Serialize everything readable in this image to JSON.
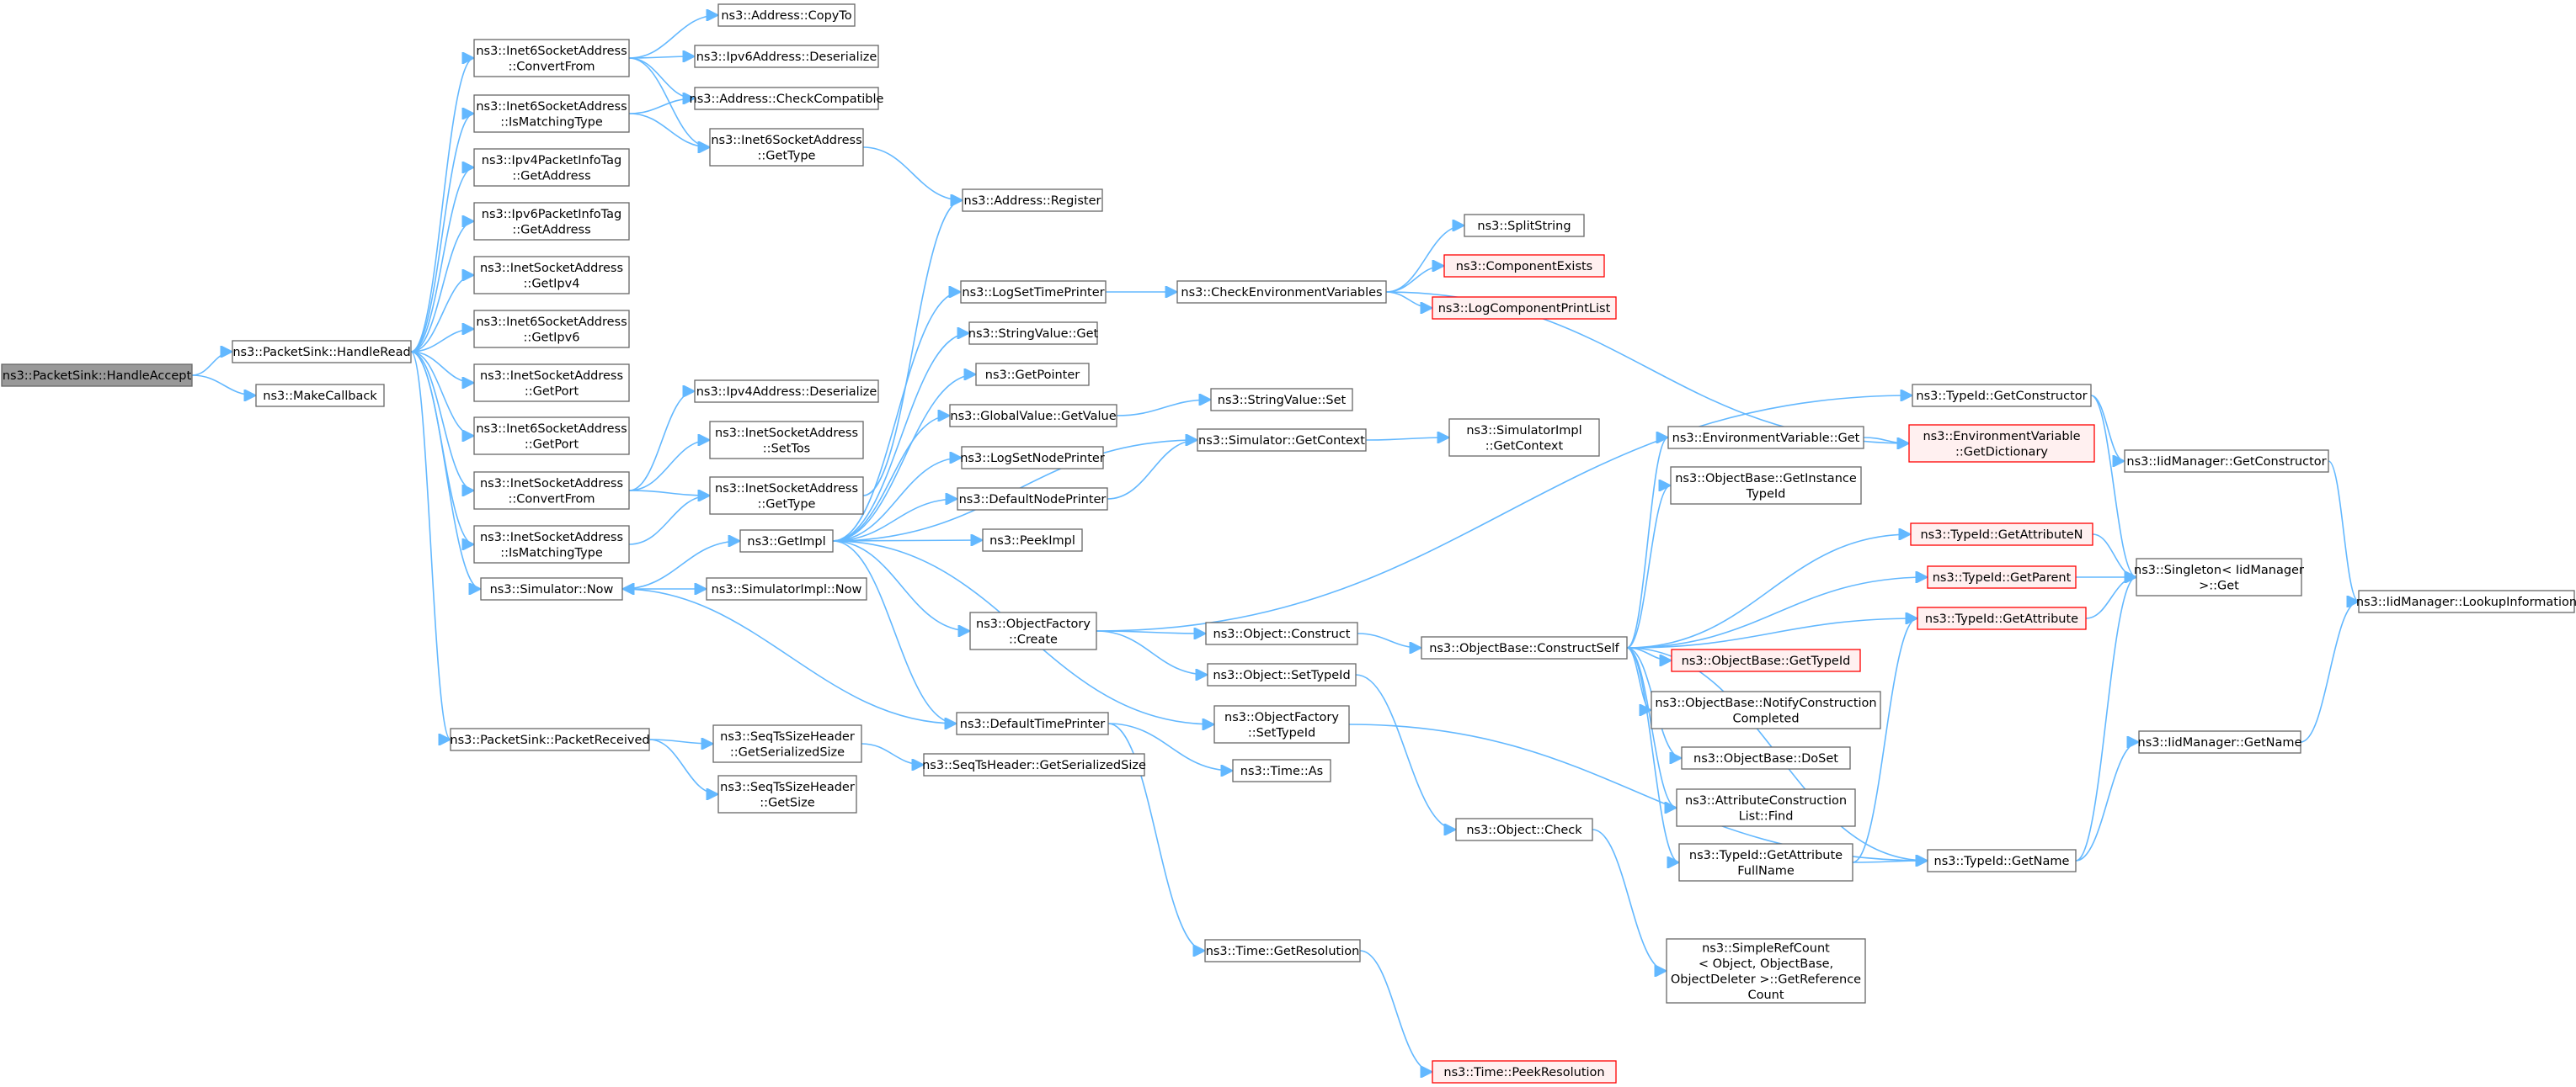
{
  "colors": {
    "edge": "#63b8ff",
    "node_border": "#666666",
    "root_fill": "#999999",
    "red_border": "#ff0000",
    "red_fill": "#fff0f0"
  },
  "nodes": [
    {
      "id": "handleAccept",
      "lines": [
        "ns3::PacketSink::HandleAccept"
      ],
      "kind": "root"
    },
    {
      "id": "handleRead",
      "lines": [
        "ns3::PacketSink::HandleRead"
      ]
    },
    {
      "id": "makeCallback",
      "lines": [
        "ns3::MakeCallback"
      ]
    },
    {
      "id": "inet6ConvertFrom",
      "lines": [
        "ns3::Inet6SocketAddress",
        "::ConvertFrom"
      ]
    },
    {
      "id": "inet6IsMatching",
      "lines": [
        "ns3::Inet6SocketAddress",
        "::IsMatchingType"
      ]
    },
    {
      "id": "ipv4PITGetAddress",
      "lines": [
        "ns3::Ipv4PacketInfoTag",
        "::GetAddress"
      ]
    },
    {
      "id": "ipv6PITGetAddress",
      "lines": [
        "ns3::Ipv6PacketInfoTag",
        "::GetAddress"
      ]
    },
    {
      "id": "inetGetIpv4",
      "lines": [
        "ns3::InetSocketAddress",
        "::GetIpv4"
      ]
    },
    {
      "id": "inet6GetIpv6",
      "lines": [
        "ns3::Inet6SocketAddress",
        "::GetIpv6"
      ]
    },
    {
      "id": "inetGetPort",
      "lines": [
        "ns3::InetSocketAddress",
        "::GetPort"
      ]
    },
    {
      "id": "inet6GetPort",
      "lines": [
        "ns3::Inet6SocketAddress",
        "::GetPort"
      ]
    },
    {
      "id": "inetConvertFrom",
      "lines": [
        "ns3::InetSocketAddress",
        "::ConvertFrom"
      ]
    },
    {
      "id": "inetIsMatching",
      "lines": [
        "ns3::InetSocketAddress",
        "::IsMatchingType"
      ]
    },
    {
      "id": "simNow",
      "lines": [
        "ns3::Simulator::Now"
      ]
    },
    {
      "id": "packetReceived",
      "lines": [
        "ns3::PacketSink::PacketReceived"
      ]
    },
    {
      "id": "addrCopyTo",
      "lines": [
        "ns3::Address::CopyTo"
      ]
    },
    {
      "id": "ipv6Deserialize",
      "lines": [
        "ns3::Ipv6Address::Deserialize"
      ]
    },
    {
      "id": "addrCheckCompat",
      "lines": [
        "ns3::Address::CheckCompatible"
      ]
    },
    {
      "id": "inet6GetType",
      "lines": [
        "ns3::Inet6SocketAddress",
        "::GetType"
      ]
    },
    {
      "id": "addrRegister",
      "lines": [
        "ns3::Address::Register"
      ]
    },
    {
      "id": "ipv4Deserialize",
      "lines": [
        "ns3::Ipv4Address::Deserialize"
      ]
    },
    {
      "id": "inetSetTos",
      "lines": [
        "ns3::InetSocketAddress",
        "::SetTos"
      ]
    },
    {
      "id": "inetGetType",
      "lines": [
        "ns3::InetSocketAddress",
        "::GetType"
      ]
    },
    {
      "id": "getImpl",
      "lines": [
        "ns3::GetImpl"
      ]
    },
    {
      "id": "simImplNow",
      "lines": [
        "ns3::SimulatorImpl::Now"
      ]
    },
    {
      "id": "seqTsSizeGetSerSize",
      "lines": [
        "ns3::SeqTsSizeHeader",
        "::GetSerializedSize"
      ]
    },
    {
      "id": "seqTsSizeGetSize",
      "lines": [
        "ns3::SeqTsSizeHeader",
        "::GetSize"
      ]
    },
    {
      "id": "seqTsGetSerSize",
      "lines": [
        "ns3::SeqTsHeader::GetSerializedSize"
      ]
    },
    {
      "id": "logSetTimePrinter",
      "lines": [
        "ns3::LogSetTimePrinter"
      ]
    },
    {
      "id": "stringValueGet",
      "lines": [
        "ns3::StringValue::Get"
      ]
    },
    {
      "id": "getPointer",
      "lines": [
        "ns3::GetPointer"
      ]
    },
    {
      "id": "globalValueGetValue",
      "lines": [
        "ns3::GlobalValue::GetValue"
      ]
    },
    {
      "id": "logSetNodePrinter",
      "lines": [
        "ns3::LogSetNodePrinter"
      ]
    },
    {
      "id": "defaultNodePrinter",
      "lines": [
        "ns3::DefaultNodePrinter"
      ]
    },
    {
      "id": "peekImpl",
      "lines": [
        "ns3::PeekImpl"
      ]
    },
    {
      "id": "objFactoryCreate",
      "lines": [
        "ns3::ObjectFactory",
        "::Create"
      ]
    },
    {
      "id": "defaultTimePrinter",
      "lines": [
        "ns3::DefaultTimePrinter"
      ]
    },
    {
      "id": "checkEnvVars",
      "lines": [
        "ns3::CheckEnvironmentVariables"
      ]
    },
    {
      "id": "stringValueSet",
      "lines": [
        "ns3::StringValue::Set"
      ]
    },
    {
      "id": "simGetContext",
      "lines": [
        "ns3::Simulator::GetContext"
      ]
    },
    {
      "id": "objConstruct",
      "lines": [
        "ns3::Object::Construct"
      ]
    },
    {
      "id": "objSetTypeId",
      "lines": [
        "ns3::Object::SetTypeId"
      ]
    },
    {
      "id": "objFactorySetTypeId",
      "lines": [
        "ns3::ObjectFactory",
        "::SetTypeId"
      ]
    },
    {
      "id": "timeAs",
      "lines": [
        "ns3::Time::As"
      ]
    },
    {
      "id": "timeGetResolution",
      "lines": [
        "ns3::Time::GetResolution"
      ]
    },
    {
      "id": "splitString",
      "lines": [
        "ns3::SplitString"
      ]
    },
    {
      "id": "componentExists",
      "lines": [
        "ns3::ComponentExists"
      ],
      "kind": "red"
    },
    {
      "id": "logComponentPrintList",
      "lines": [
        "ns3::LogComponentPrintList"
      ],
      "kind": "red"
    },
    {
      "id": "simImplGetContext",
      "lines": [
        "ns3::SimulatorImpl",
        "::GetContext"
      ]
    },
    {
      "id": "objBaseConstructSelf",
      "lines": [
        "ns3::ObjectBase::ConstructSelf"
      ]
    },
    {
      "id": "objCheck",
      "lines": [
        "ns3::Object::Check"
      ]
    },
    {
      "id": "timePeekResolution",
      "lines": [
        "ns3::Time::PeekResolution"
      ],
      "kind": "red"
    },
    {
      "id": "envVarGet",
      "lines": [
        "ns3::EnvironmentVariable::Get"
      ]
    },
    {
      "id": "objBaseGetInstanceTypeId",
      "lines": [
        "ns3::ObjectBase::GetInstance",
        "TypeId"
      ]
    },
    {
      "id": "objBaseGetTypeId",
      "lines": [
        "ns3::ObjectBase::GetTypeId"
      ],
      "kind": "red"
    },
    {
      "id": "objBaseNotify",
      "lines": [
        "ns3::ObjectBase::NotifyConstruction",
        "Completed"
      ]
    },
    {
      "id": "objBaseDoSet",
      "lines": [
        "ns3::ObjectBase::DoSet"
      ]
    },
    {
      "id": "attrConstrListFind",
      "lines": [
        "ns3::AttributeConstruction",
        "List::Find"
      ]
    },
    {
      "id": "typeIdGetAttrFullName",
      "lines": [
        "ns3::TypeId::GetAttribute",
        "FullName"
      ]
    },
    {
      "id": "simpleRefCount",
      "lines": [
        "ns3::SimpleRefCount",
        "< Object, ObjectBase,",
        "ObjectDeleter >::GetReference",
        "Count"
      ]
    },
    {
      "id": "typeIdGetConstructor",
      "lines": [
        "ns3::TypeId::GetConstructor"
      ]
    },
    {
      "id": "envVarGetDictionary",
      "lines": [
        "ns3::EnvironmentVariable",
        "::GetDictionary"
      ],
      "kind": "red"
    },
    {
      "id": "typeIdGetAttributeN",
      "lines": [
        "ns3::TypeId::GetAttributeN"
      ],
      "kind": "red"
    },
    {
      "id": "typeIdGetParent",
      "lines": [
        "ns3::TypeId::GetParent"
      ],
      "kind": "red"
    },
    {
      "id": "typeIdGetAttribute",
      "lines": [
        "ns3::TypeId::GetAttribute"
      ],
      "kind": "red"
    },
    {
      "id": "typeIdGetName",
      "lines": [
        "ns3::TypeId::GetName"
      ]
    },
    {
      "id": "iidMgrGetConstructor",
      "lines": [
        "ns3::IidManager::GetConstructor"
      ]
    },
    {
      "id": "singletonGet",
      "lines": [
        "ns3::Singleton< IidManager",
        ">::Get"
      ]
    },
    {
      "id": "iidMgrGetName",
      "lines": [
        "ns3::IidManager::GetName"
      ]
    },
    {
      "id": "iidMgrLookup",
      "lines": [
        "ns3::IidManager::LookupInformation"
      ]
    }
  ],
  "edges": [
    [
      "handleAccept",
      "handleRead"
    ],
    [
      "handleAccept",
      "makeCallback"
    ],
    [
      "handleRead",
      "inet6ConvertFrom"
    ],
    [
      "handleRead",
      "inet6IsMatching"
    ],
    [
      "handleRead",
      "ipv4PITGetAddress"
    ],
    [
      "handleRead",
      "ipv6PITGetAddress"
    ],
    [
      "handleRead",
      "inetGetIpv4"
    ],
    [
      "handleRead",
      "inet6GetIpv6"
    ],
    [
      "handleRead",
      "inetGetPort"
    ],
    [
      "handleRead",
      "inet6GetPort"
    ],
    [
      "handleRead",
      "inetConvertFrom"
    ],
    [
      "handleRead",
      "inetIsMatching"
    ],
    [
      "handleRead",
      "simNow"
    ],
    [
      "handleRead",
      "packetReceived"
    ],
    [
      "inet6ConvertFrom",
      "addrCopyTo"
    ],
    [
      "inet6ConvertFrom",
      "ipv6Deserialize"
    ],
    [
      "inet6ConvertFrom",
      "addrCheckCompat"
    ],
    [
      "inet6ConvertFrom",
      "inet6GetType"
    ],
    [
      "inet6IsMatching",
      "addrCheckCompat"
    ],
    [
      "inet6IsMatching",
      "inet6GetType"
    ],
    [
      "inet6GetType",
      "addrRegister"
    ],
    [
      "inetConvertFrom",
      "ipv4Deserialize"
    ],
    [
      "inetConvertFrom",
      "inetSetTos"
    ],
    [
      "inetConvertFrom",
      "inetGetType"
    ],
    [
      "inetIsMatching",
      "inetGetType"
    ],
    [
      "inetGetType",
      "addrRegister"
    ],
    [
      "simNow",
      "getImpl"
    ],
    [
      "simNow",
      "simImplNow"
    ],
    [
      "packetReceived",
      "seqTsSizeGetSerSize"
    ],
    [
      "packetReceived",
      "seqTsSizeGetSize"
    ],
    [
      "seqTsSizeGetSerSize",
      "seqTsGetSerSize"
    ],
    [
      "getImpl",
      "logSetTimePrinter"
    ],
    [
      "getImpl",
      "stringValueGet"
    ],
    [
      "getImpl",
      "getPointer"
    ],
    [
      "getImpl",
      "globalValueGetValue"
    ],
    [
      "getImpl",
      "logSetNodePrinter"
    ],
    [
      "getImpl",
      "defaultNodePrinter"
    ],
    [
      "getImpl",
      "peekImpl"
    ],
    [
      "getImpl",
      "objFactoryCreate"
    ],
    [
      "getImpl",
      "defaultTimePrinter"
    ],
    [
      "getImpl",
      "objFactorySetTypeId"
    ],
    [
      "getImpl",
      "simGetContext"
    ],
    [
      "logSetTimePrinter",
      "checkEnvVars"
    ],
    [
      "checkEnvVars",
      "splitString"
    ],
    [
      "checkEnvVars",
      "componentExists"
    ],
    [
      "checkEnvVars",
      "logComponentPrintList"
    ],
    [
      "checkEnvVars",
      "envVarGetDictionary"
    ],
    [
      "globalValueGetValue",
      "stringValueSet"
    ],
    [
      "defaultNodePrinter",
      "simGetContext"
    ],
    [
      "simGetContext",
      "simImplGetContext"
    ],
    [
      "objFactoryCreate",
      "objConstruct"
    ],
    [
      "objFactoryCreate",
      "objSetTypeId"
    ],
    [
      "objFactoryCreate",
      "typeIdGetConstructor"
    ],
    [
      "defaultTimePrinter",
      "simNow"
    ],
    [
      "defaultTimePrinter",
      "timeAs"
    ],
    [
      "defaultTimePrinter",
      "timeGetResolution"
    ],
    [
      "timeGetResolution",
      "timePeekResolution"
    ],
    [
      "objConstruct",
      "objBaseConstructSelf"
    ],
    [
      "objSetTypeId",
      "objCheck"
    ],
    [
      "objFactorySetTypeId",
      "typeIdGetName"
    ],
    [
      "objCheck",
      "simpleRefCount"
    ],
    [
      "objBaseConstructSelf",
      "envVarGet"
    ],
    [
      "objBaseConstructSelf",
      "objBaseGetInstanceTypeId"
    ],
    [
      "objBaseConstructSelf",
      "objBaseGetTypeId"
    ],
    [
      "objBaseConstructSelf",
      "objBaseNotify"
    ],
    [
      "objBaseConstructSelf",
      "objBaseDoSet"
    ],
    [
      "objBaseConstructSelf",
      "attrConstrListFind"
    ],
    [
      "objBaseConstructSelf",
      "typeIdGetAttrFullName"
    ],
    [
      "objBaseConstructSelf",
      "typeIdGetAttributeN"
    ],
    [
      "objBaseConstructSelf",
      "typeIdGetParent"
    ],
    [
      "objBaseConstructSelf",
      "typeIdGetAttribute"
    ],
    [
      "objBaseConstructSelf",
      "typeIdGetName"
    ],
    [
      "envVarGet",
      "envVarGetDictionary"
    ],
    [
      "typeIdGetAttrFullName",
      "typeIdGetAttribute"
    ],
    [
      "typeIdGetAttrFullName",
      "typeIdGetName"
    ],
    [
      "typeIdGetConstructor",
      "iidMgrGetConstructor"
    ],
    [
      "typeIdGetConstructor",
      "singletonGet"
    ],
    [
      "typeIdGetAttributeN",
      "singletonGet"
    ],
    [
      "typeIdGetParent",
      "singletonGet"
    ],
    [
      "typeIdGetAttribute",
      "singletonGet"
    ],
    [
      "typeIdGetName",
      "singletonGet"
    ],
    [
      "typeIdGetName",
      "iidMgrGetName"
    ],
    [
      "iidMgrGetConstructor",
      "iidMgrLookup"
    ],
    [
      "iidMgrGetName",
      "iidMgrLookup"
    ]
  ]
}
